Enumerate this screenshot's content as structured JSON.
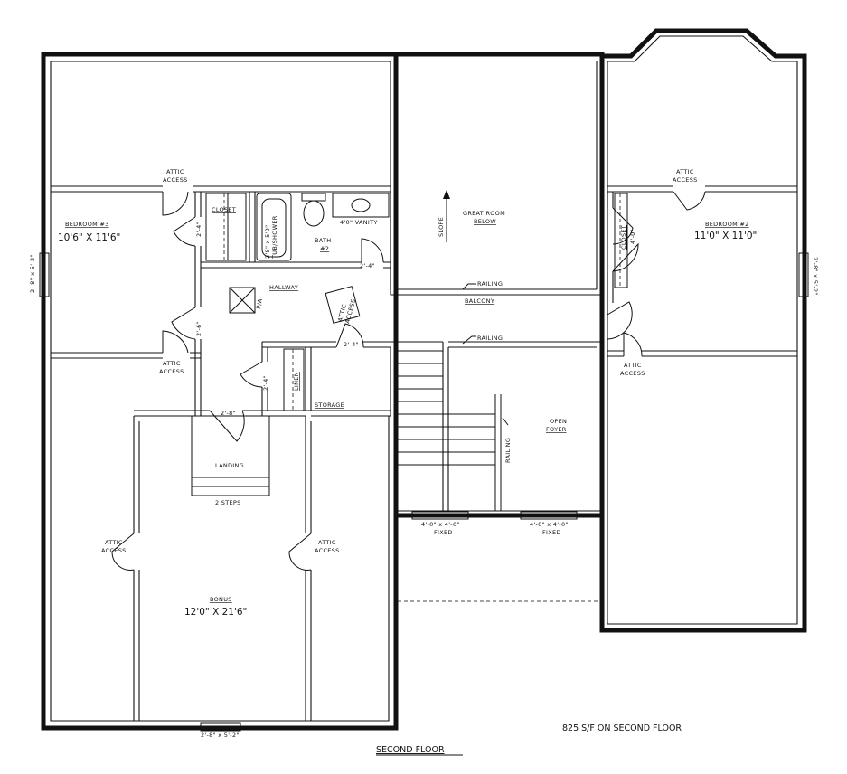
{
  "plan_title": "SECOND FLOOR",
  "area_note": "825 S/F ON SECOND FLOOR",
  "rooms": {
    "bedroom3": {
      "name": "BEDROOM #3",
      "size": "10'6\" X 11'6\""
    },
    "bedroom2": {
      "name": "BEDROOM #2",
      "size": "11'0\" X 11'0\""
    },
    "bonus": {
      "name": "BONUS",
      "size": "12'0\" X 21'6\""
    },
    "great_room": {
      "line1": "GREAT ROOM",
      "line2": "BELOW"
    },
    "open_foyer": {
      "line1": "OPEN",
      "line2": "FOYER"
    },
    "bath2": {
      "line1": "BATH",
      "line2": "#2"
    },
    "hallway": "HALLWAY",
    "balcony": "BALCONY",
    "storage": "STORAGE",
    "landing": "LANDING"
  },
  "labels": {
    "closet_bath": "CLOSET",
    "closet_bed2": "CLOSET",
    "tub_line1": "2'8\" x 5'0\"",
    "tub_line2": "TUB/SHOWER",
    "vanity": "4'0\" VANITY",
    "slope": "SLOPE",
    "railing": "RAILING",
    "pa": "P/A",
    "linen": "LINEN",
    "two_steps": "2 STEPS",
    "attic_access_1": "ATTIC",
    "attic_access_2": "ACCESS",
    "window_fixed_size": "4'-0\" x 4'-0\"",
    "fixed": "FIXED"
  },
  "dimensions": {
    "door_2_4": "2'-4\"",
    "door_2_6": "2'-6\"",
    "door_2_8": "2'-8\"",
    "closet_4_0": "4'-0\"",
    "window_side": "2'-8\" x 5'-2\"",
    "window_bonus": "2'-8\" x 5'-2\""
  }
}
